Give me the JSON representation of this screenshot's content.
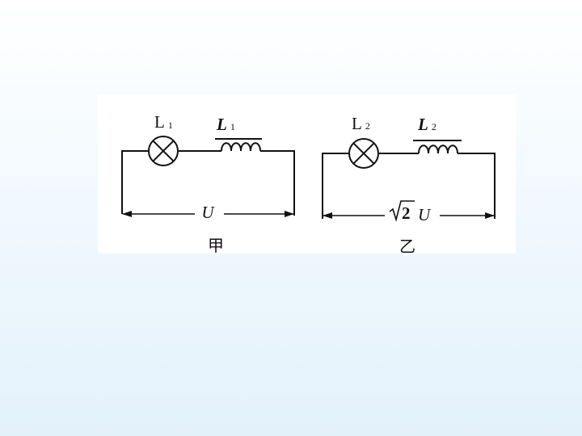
{
  "circuit_left": {
    "lamp_label": "L",
    "lamp_sub": "1",
    "inductor_label": "L",
    "inductor_sub": "1",
    "voltage_label": "U",
    "caption": "甲"
  },
  "circuit_right": {
    "lamp_label": "L",
    "lamp_sub": "2",
    "inductor_label": "L",
    "inductor_sub": "2",
    "voltage_factor": "2",
    "voltage_label": "U",
    "caption": "乙"
  }
}
